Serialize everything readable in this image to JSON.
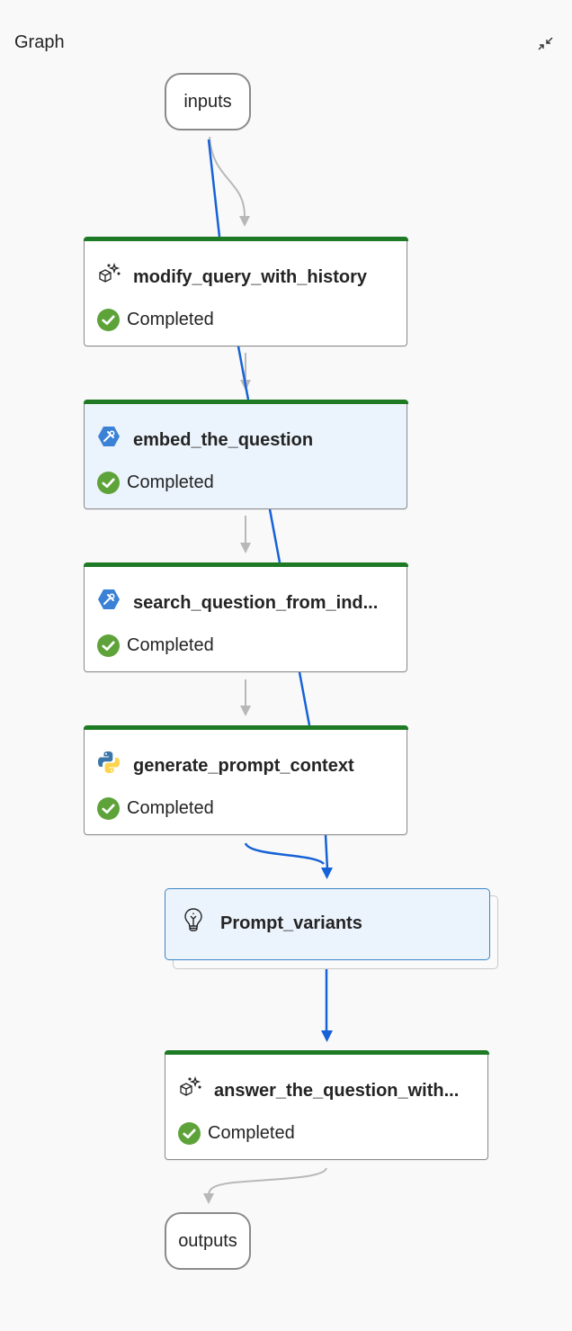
{
  "header": {
    "title": "Graph",
    "collapse_icon": "collapse-icon"
  },
  "io_nodes": {
    "inputs": "inputs",
    "outputs": "outputs"
  },
  "nodes": [
    {
      "name": "modify_query_with_history",
      "icon": "llm-sparkle-cube-icon",
      "status": "Completed",
      "selected": false
    },
    {
      "name": "embed_the_question",
      "icon": "tool-wrench-hexagon-icon",
      "status": "Completed",
      "selected": true
    },
    {
      "name": "search_question_from_ind...",
      "icon": "tool-wrench-hexagon-icon",
      "status": "Completed",
      "selected": false
    },
    {
      "name": "generate_prompt_context",
      "icon": "python-icon",
      "status": "Completed",
      "selected": false
    },
    {
      "name": "answer_the_question_with...",
      "icon": "llm-sparkle-cube-icon",
      "status": "Completed",
      "selected": false
    }
  ],
  "variant_node": {
    "name": "Prompt_variants",
    "icon": "lightbulb-icon"
  },
  "colors": {
    "status_bar": "#1e7a25",
    "completed": "#5ea33a",
    "highlight_edge": "#1662d6",
    "default_edge": "#b8b8b8",
    "selected_bg": "#ebf3fc",
    "tool_icon": "#3b82d6"
  }
}
